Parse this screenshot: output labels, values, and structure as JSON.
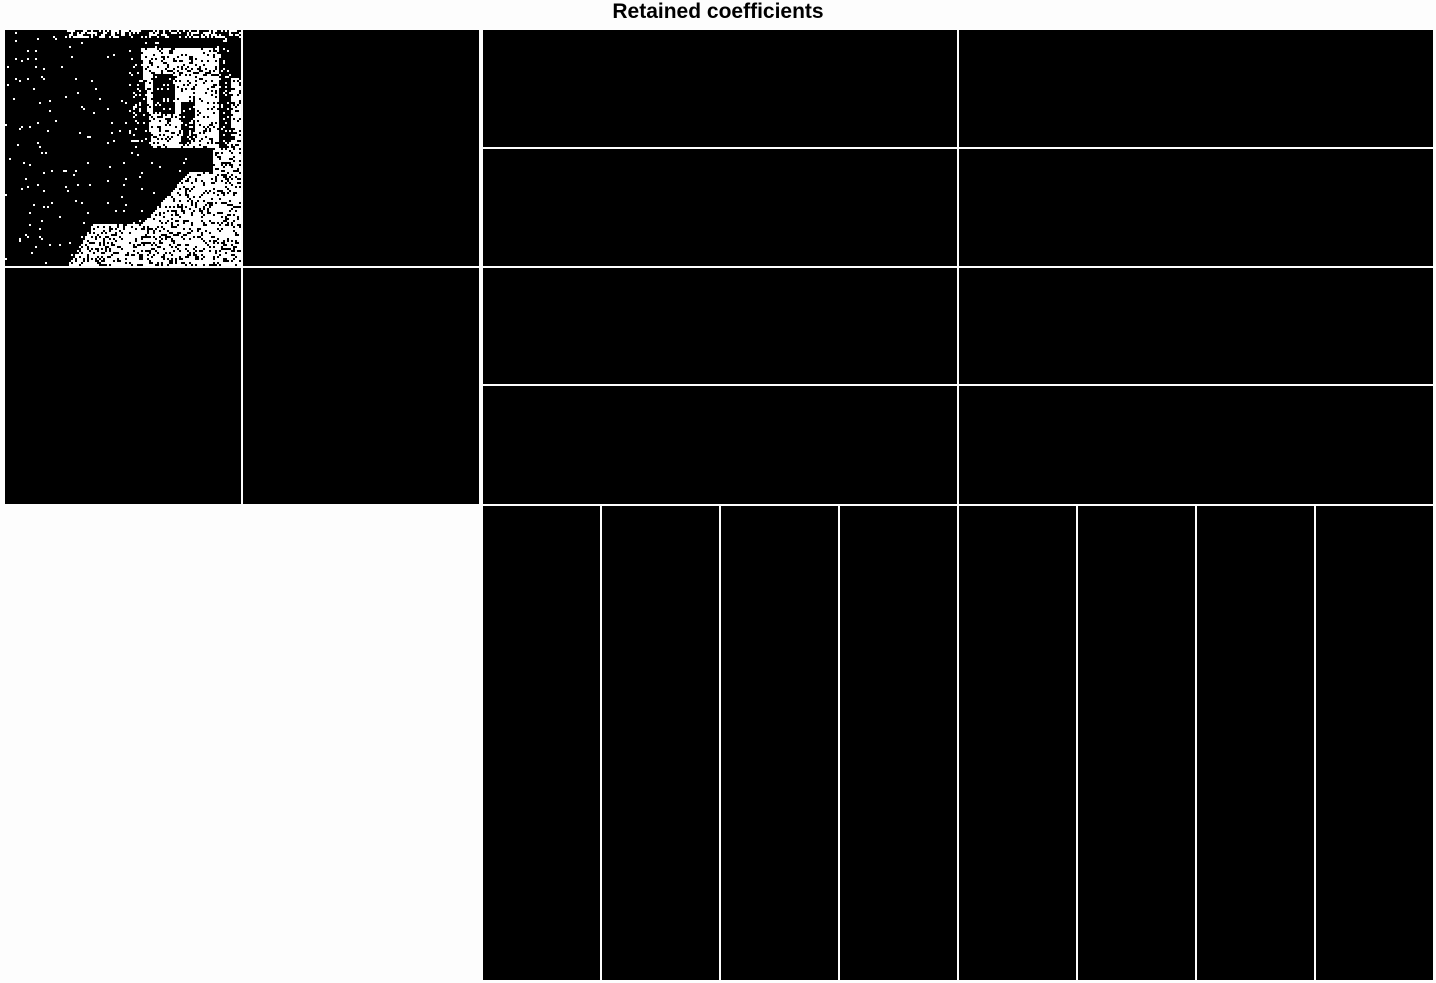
{
  "figure": {
    "title": "Retained coefficients"
  },
  "colors": {
    "background": "#fdfdfd",
    "tile": "#000000",
    "retained": "#ffffff"
  },
  "tiles": {
    "approximation": "retained coefficients shown in white",
    "detail": "no coefficients retained (all black)",
    "bottom_left": "empty"
  }
}
